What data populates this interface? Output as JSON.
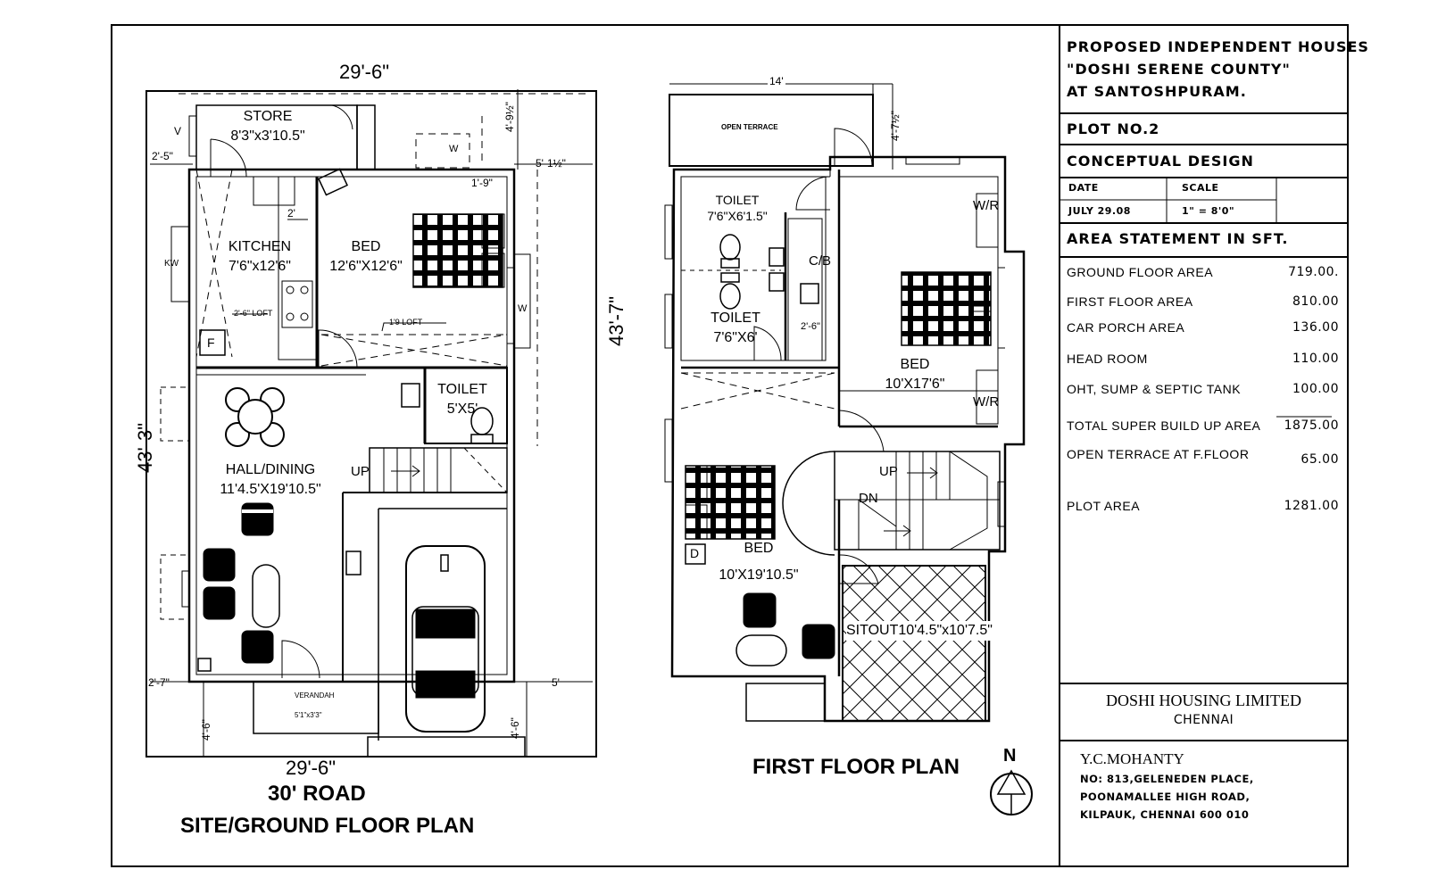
{
  "title_block": {
    "project": [
      "PROPOSED INDEPENDENT HOUSES",
      "\"DOSHI SERENE COUNTY\"",
      "AT SANTOSHPURAM."
    ],
    "plot_no": "PLOT NO.2",
    "design": "CONCEPTUAL DESIGN",
    "date_label": "DATE",
    "date_value": "JULY 29.08",
    "scale_label": "SCALE",
    "scale_value": "1\" = 8'0\"",
    "area_heading": "AREA STATEMENT   IN SFT.",
    "areas": [
      {
        "label": "GROUND FLOOR   AREA",
        "value": "719.00."
      },
      {
        "label": "FIRST FLOOR   AREA",
        "value": "810.00"
      },
      {
        "label": "CAR PORCH AREA",
        "value": "136.00"
      },
      {
        "label": "HEAD ROOM",
        "value": "110.00"
      },
      {
        "label": "OHT, SUMP & SEPTIC TANK",
        "value": "100.00"
      },
      {
        "label": "TOTAL SUPER BUILD UP AREA",
        "value": "1875.00"
      },
      {
        "label": "OPEN TERRACE AT F.FLOOR",
        "value": "65.00"
      },
      {
        "label": "PLOT AREA",
        "value": "1281.00"
      }
    ],
    "company": "DOSHI HOUSING LIMITED",
    "city": "CHENNAI",
    "architect": "Y.C.MOHANTY",
    "address": [
      "NO: 813,GELENEDEN PLACE,",
      "POONAMALLEE HIGH ROAD,",
      "KILPAUK, CHENNAI 600 010"
    ]
  },
  "ground_floor": {
    "title": "SITE/GROUND FLOOR PLAN",
    "road": "30' ROAD",
    "dim_top": "29'-6\"",
    "dim_bottom": "29'-6\"",
    "dim_left": "43'-3\"",
    "dim_right": "43'-7\"",
    "small_dims": [
      "2'-5\"",
      "V",
      "4'-9½\"",
      "5'-1½\"",
      "1'-9\"",
      "2'",
      "2'-6\" LOFT",
      "1'9 LOFT",
      "2'-7\"",
      "4'-6\"",
      "4'-6\"",
      "5'"
    ],
    "markers": {
      "kw": "KW",
      "w1": "W",
      "w2": "W",
      "f": "F",
      "up": "UP"
    },
    "rooms": [
      {
        "name": "STORE",
        "size": "8'3\"x3'10.5\""
      },
      {
        "name": "KITCHEN",
        "size": "7'6\"x12'6\""
      },
      {
        "name": "BED",
        "size": "12'6\"X12'6\""
      },
      {
        "name": "TOILET",
        "size": "5'X5'"
      },
      {
        "name": "HALL/DINING",
        "size": "11'4.5'X19'10.5\""
      },
      {
        "name": "VERANDAH",
        "size": "5'1\"x3'3\""
      }
    ]
  },
  "first_floor": {
    "title": "FIRST FLOOR PLAN",
    "dim_top": "14'",
    "dim_side": "4'-7½\"",
    "small_dim": "2'-6\"",
    "markers": {
      "wr1": "W/R",
      "wr2": "W/R",
      "cb": "C/B",
      "up": "UP",
      "dn": "DN",
      "d": "D"
    },
    "rooms": [
      {
        "name": "OPEN TERRACE",
        "size": ""
      },
      {
        "name": "TOILET",
        "size": "7'6\"X6'1.5\""
      },
      {
        "name": "TOILET",
        "size": "7'6\"X6'"
      },
      {
        "name": "BED",
        "size": "10'X17'6\""
      },
      {
        "name": "BED",
        "size": "10'X19'10.5\""
      },
      {
        "name": "SITOUT",
        "size": "10'4.5\"x10'7.5\""
      }
    ],
    "north": "N"
  }
}
